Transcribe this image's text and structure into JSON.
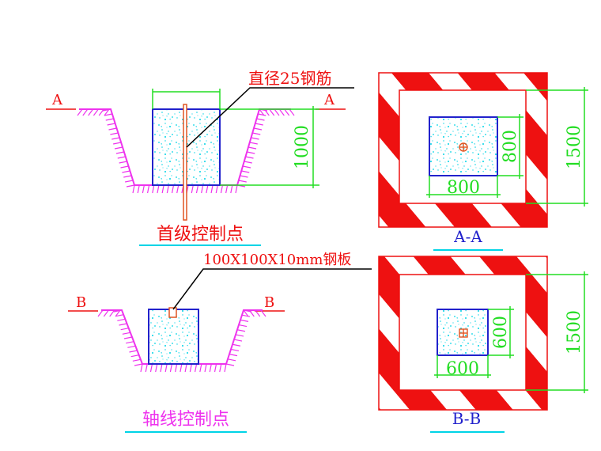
{
  "colors": {
    "magenta": "#ee33ee",
    "green": "#22dd22",
    "blue": "#2222cc",
    "red": "#ee1111",
    "cyan": "#00d4e6",
    "black": "#000000",
    "rod": "#e05522"
  },
  "top": {
    "section_left": "A",
    "section_right": "A",
    "rod_callout": "直径25钢筋",
    "height_dim": "1000",
    "caption": "首级控制点"
  },
  "bottom": {
    "section_left": "B",
    "section_right": "B",
    "plate_callout": "100X100X10mm钢板",
    "caption": "轴线控制点"
  },
  "plan_a": {
    "inner_width": "800",
    "inner_height": "800",
    "outer_height": "1500",
    "caption": "A-A"
  },
  "plan_b": {
    "inner_width": "600",
    "inner_height": "600",
    "outer_height": "1500",
    "caption": "B-B"
  }
}
